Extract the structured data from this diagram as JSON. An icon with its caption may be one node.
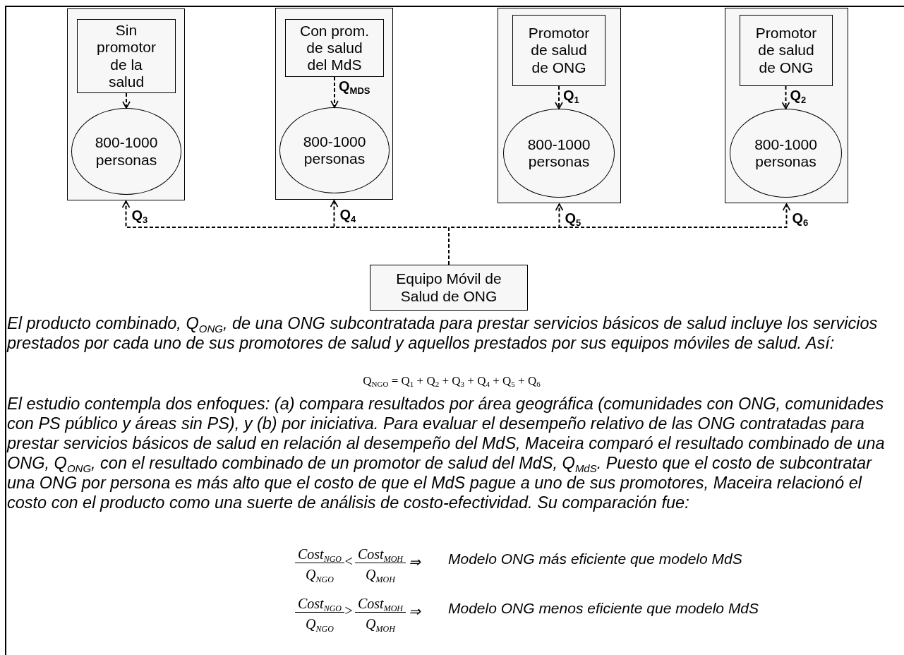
{
  "diagram": {
    "nodes": [
      {
        "text": [],
        "shape": "box"
      },
      {
        "text": [
          "Sin promotor de la salud"
        ],
        "in": 0
      },
      {
        "text": [
          "800-1000 personas"
        ],
        "in": 0
      },
      {
        "text": [],
        "shape": "box"
      },
      {
        "text": [
          "Con prom. de salud del MdS"
        ],
        "in": 3
      },
      {
        "text": [
          "800-1000 personas"
        ],
        "in": 3
      },
      {
        "text": [],
        "shape": "box"
      },
      {
        "text": [
          "Promotor de salud de ONG"
        ],
        "in": 6
      },
      {
        "text": [
          "800-1000 personas"
        ],
        "in": 6
      },
      {
        "text": [],
        "shape": "box"
      },
      {
        "text": [
          "Promotor de salud de ONG"
        ],
        "in": 9
      },
      {
        "text": [
          "800-1000 personas"
        ],
        "in": 9
      },
      {
        "text": [
          "Equipo Móvil de Salud de ONG"
        ]
      }
    ],
    "edges": [
      {
        "from": 1,
        "to": 2,
        "arrow": "to",
        "style": "dashed"
      },
      {
        "from": 4,
        "to": 5,
        "arrow": "to",
        "style": "dashed",
        "label": "Q$_{MDS}$"
      },
      {
        "from": 7,
        "to": 8,
        "arrow": "to",
        "style": "dashed",
        "label": "Q$_{1}$"
      },
      {
        "from": 10,
        "to": 11,
        "arrow": "to",
        "style": "dashed",
        "label": "Q$_{2}$"
      },
      {
        "from": 12,
        "to": 0,
        "arrow": "to",
        "style": "dashed",
        "label": "Q$_{3}$"
      },
      {
        "from": 12,
        "to": 3,
        "arrow": "to",
        "style": "dashed",
        "label": "Q$_{4}$"
      },
      {
        "from": 12,
        "to": 6,
        "arrow": "to",
        "style": "dashed",
        "label": "Q$_{5}$"
      },
      {
        "from": 12,
        "to": 9,
        "arrow": "to",
        "style": "dashed",
        "label": "Q$_{6}$"
      }
    ],
    "labels": [
      "El producto combinado, Q$_{ONG}$, de una ONG subcontratada para prestar servicios básicos de salud incluye los servicios prestados por cada uno de sus promotores de salud y aquellos prestados por sus equipos móviles de salud. Así:",
      "Q$_{NGO}$ = Q$_{1}$ + Q$_{2}$ + Q$_{3}$ + Q$_{4}$ + Q$_{5}$ + Q$_{6}$",
      "El estudio contempla dos enfoques: (a) compara resultados por área geográfica (comunidades con ONG, comunidades con PS público y áreas sin PS), y (b) por iniciativa. Para evaluar el desempeño relativo de las ONG contratadas para prestar servicios básicos de salud en relación al desempeño del MdS, Maceira comparó el resultado combinado de una ONG, Q$_{ONG}$, con el resultado combinado de un promotor de salud del MdS, Q$_{MdS}$. Puesto que el costo de subcontratar una ONG por persona es más alto que el costo de que el MdS pague a uno de sus promotores, Maceira relacionó el costo con el producto como una suerte de análisis de costo-efectividad. Su comparación fue:",
      "Cost$_{NGO}$",
      "Q$_{NGO}$",
      "<",
      "Cost$_{MOH}$",
      "Q$_{MOH}$",
      "⇒",
      "Modelo ONG más eficiente que modelo MdS",
      "Cost$_{NGO}$",
      "Q$_{NGO}$",
      ">",
      "Cost$_{MOH}$",
      "Q$_{MOH}$",
      "⇒",
      "Modelo ONG menos eficiente que modelo MdS"
    ]
  }
}
